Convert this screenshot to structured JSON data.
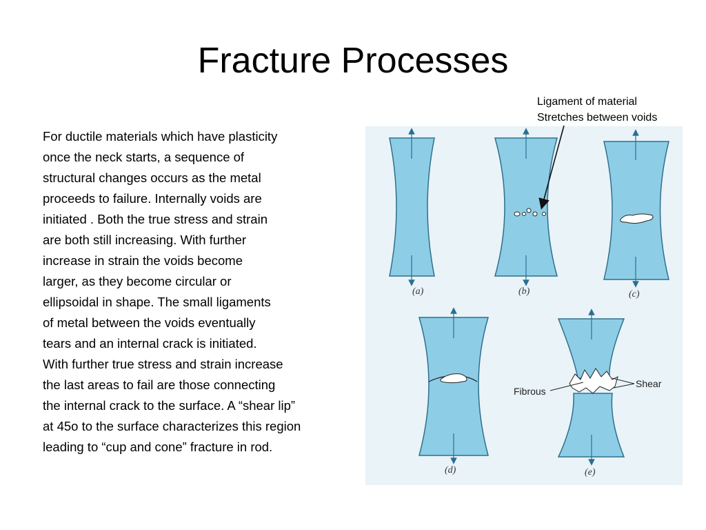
{
  "slide": {
    "title": "Fracture Processes"
  },
  "callout": {
    "lines": [
      "Ligament of material",
      "Stretches between voids"
    ]
  },
  "body": {
    "lines": [
      "For ductile materials which have plasticity",
      "once the neck starts, a sequence of",
      "structural changes occurs as the metal",
      "proceeds to failure. Internally voids are",
      "initiated . Both the true stress and strain",
      "are both still increasing. With further",
      "increase in strain the voids become",
      "larger, as they become circular or",
      "ellipsoidal in shape. The small ligaments",
      "of metal between the voids eventually",
      "tears and an internal crack is initiated.",
      "With further true stress and strain increase",
      "the last areas to fail are those connecting",
      "the internal crack to the surface. A “shear lip”",
      "at 45o to the surface characterizes this region",
      "leading to “cup and cone” fracture in rod."
    ]
  },
  "figure": {
    "panel_labels": [
      "(a)",
      "(b)",
      "(c)",
      "(d)",
      "(e)"
    ],
    "annotations": {
      "fibrous": "Fibrous",
      "shear": "Shear"
    },
    "colors": {
      "specimen_fill": "#8ecde6",
      "specimen_edge": "#2f6f8c",
      "background": "#e9f3f8",
      "arrow": "#2a6f93",
      "void": "#ffffff"
    }
  }
}
